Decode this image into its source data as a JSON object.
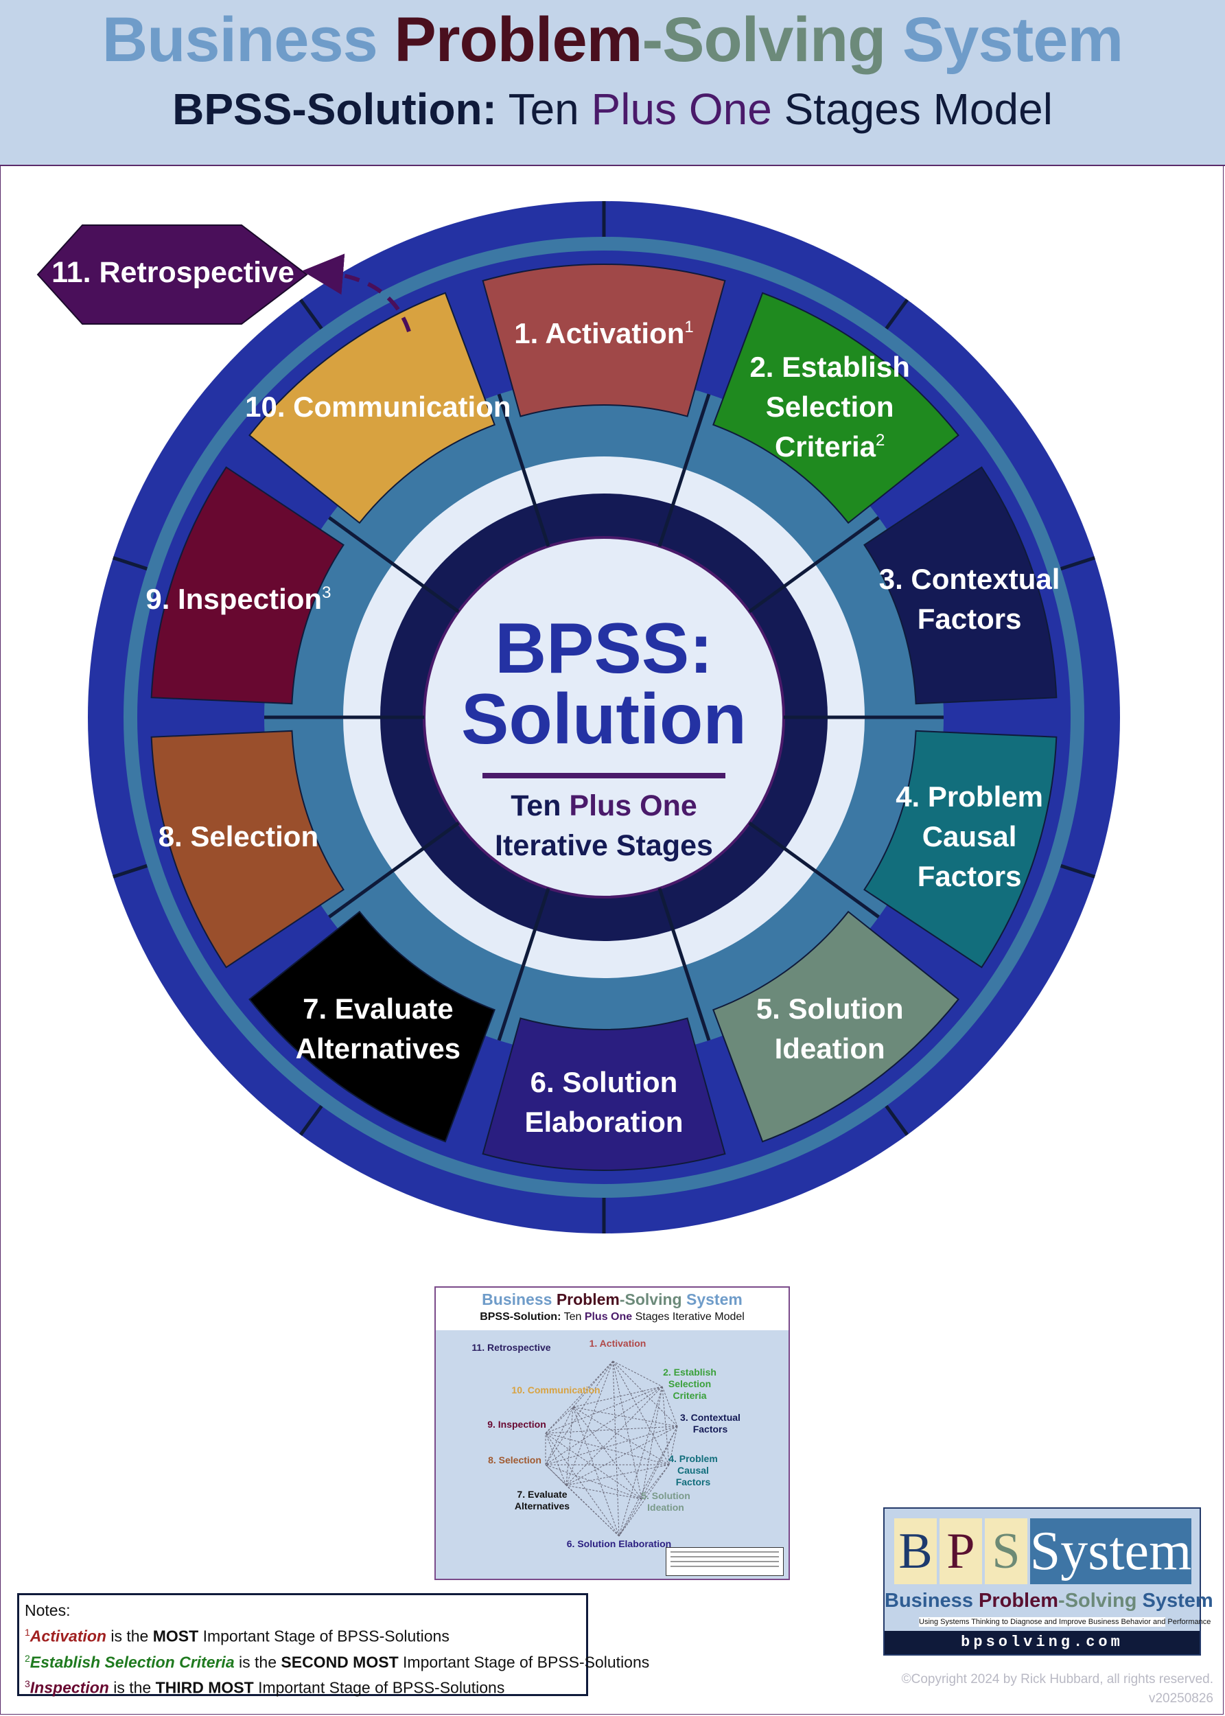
{
  "header": {
    "title_parts": [
      {
        "text": "Business ",
        "color": "#6f9cc9"
      },
      {
        "text": "Problem",
        "color": "#4a0f1e"
      },
      {
        "text": "-Solving ",
        "color": "#6c8a7a"
      },
      {
        "text": "System",
        "color": "#6f9cc9"
      }
    ],
    "subtitle_parts": [
      {
        "text": "BPSS-Solution:",
        "color": "#0f1a3a",
        "bold": true
      },
      {
        "text": " Ten ",
        "color": "#0f1a3a",
        "bold": false
      },
      {
        "text": "Plus One",
        "color": "#4a1a6a",
        "bold": false
      },
      {
        "text": " Stages Model",
        "color": "#0f1a3a",
        "bold": false
      }
    ]
  },
  "center": {
    "line1": "BPSS:",
    "line2": "Solution",
    "tag_a": "Ten ",
    "tag_b": "Plus One",
    "tag_c": "Iterative Stages"
  },
  "stages": [
    {
      "id": "activation",
      "lines": [
        "1. Activation"
      ],
      "sup": "1",
      "color": "#a04848"
    },
    {
      "id": "establish-selection-criteria",
      "lines": [
        "2. Establish",
        "Selection",
        "Criteria"
      ],
      "sup": "2",
      "color": "#1f8a1f"
    },
    {
      "id": "contextual-factors",
      "lines": [
        "3. Contextual",
        "Factors"
      ],
      "sup": "",
      "color": "#141a55"
    },
    {
      "id": "problem-causal-factors",
      "lines": [
        "4. Problem",
        "Causal",
        "Factors"
      ],
      "sup": "",
      "color": "#126e7c"
    },
    {
      "id": "solution-ideation",
      "lines": [
        "5. Solution",
        "Ideation"
      ],
      "sup": "",
      "color": "#6c8a7a"
    },
    {
      "id": "solution-elaboration",
      "lines": [
        "6. Solution",
        "Elaboration"
      ],
      "sup": "",
      "color": "#2a1e80"
    },
    {
      "id": "evaluate-alternatives",
      "lines": [
        "7. Evaluate",
        "Alternatives"
      ],
      "sup": "",
      "color": "#000000"
    },
    {
      "id": "selection",
      "lines": [
        "8. Selection"
      ],
      "sup": "",
      "color": "#9a4f2c"
    },
    {
      "id": "inspection",
      "lines": [
        "9. Inspection"
      ],
      "sup": "3",
      "color": "#680830"
    },
    {
      "id": "communication",
      "lines": [
        "10. Communication"
      ],
      "sup": "",
      "color": "#d8a240"
    }
  ],
  "retrospective": {
    "label": "11. Retrospective",
    "color": "#4a0f5a"
  },
  "colors": {
    "outer_ring": "#2432a3",
    "mid_ring": "#3c78a4",
    "inner_band": "#e4ecf8",
    "dark_ring": "#141a55",
    "center_fill": "#e4ecf8",
    "center_text": "#2432a3",
    "accent_purple": "#4a1a6a"
  },
  "thumbnail": {
    "title_parts": [
      {
        "text": "Business ",
        "color": "#6f9cc9"
      },
      {
        "text": "Problem",
        "color": "#4a0f1e"
      },
      {
        "text": "-Solving ",
        "color": "#6c8a7a"
      },
      {
        "text": "System",
        "color": "#6f9cc9"
      }
    ],
    "sub_parts": [
      {
        "text": "BPSS-Solution:",
        "color": "#111",
        "bold": true
      },
      {
        "text": " Ten ",
        "color": "#111",
        "bold": false
      },
      {
        "text": "Plus One",
        "color": "#4a1a6a",
        "bold": true
      },
      {
        "text": " Stages Iterative Model",
        "color": "#111",
        "bold": false
      }
    ],
    "nodes": [
      {
        "lines": [
          "1. Activation"
        ],
        "color": "#b04848"
      },
      {
        "lines": [
          "2. Establish",
          "Selection",
          "Criteria"
        ],
        "color": "#3aa03a"
      },
      {
        "lines": [
          "3. Contextual",
          "Factors"
        ],
        "color": "#141a55"
      },
      {
        "lines": [
          "4. Problem",
          "Causal",
          "Factors"
        ],
        "color": "#126e7c"
      },
      {
        "lines": [
          "5. Solution",
          "Ideation"
        ],
        "color": "#7a9a8a"
      },
      {
        "lines": [
          "6. Solution Elaboration"
        ],
        "color": "#2a1e80"
      },
      {
        "lines": [
          "7. Evaluate",
          "Alternatives"
        ],
        "color": "#111111"
      },
      {
        "lines": [
          "8. Selection"
        ],
        "color": "#a05a30"
      },
      {
        "lines": [
          "9. Inspection"
        ],
        "color": "#680830"
      },
      {
        "lines": [
          "10. Communication"
        ],
        "color": "#d8a240"
      },
      {
        "lines": [
          "11. Retrospective"
        ],
        "color": "#2a1e60"
      }
    ]
  },
  "logo": {
    "letters": [
      "B",
      "P",
      "S"
    ],
    "word": "System",
    "name_parts": [
      {
        "text": "Business ",
        "color": "#2f5d93"
      },
      {
        "text": "Problem",
        "color": "#5a1030"
      },
      {
        "text": "-Solving ",
        "color": "#6c8a7a"
      },
      {
        "text": "System",
        "color": "#2f5d93"
      }
    ],
    "tagline": "Using Systems Thinking to Diagnose and Improve Business Behavior and Performance",
    "url": "bpsolving.com"
  },
  "notes": {
    "heading": "Notes:",
    "items": [
      {
        "sup": "1",
        "stage": "Activation",
        "stage_color": "#a02020",
        "pre": " is the ",
        "rank": "MOST",
        "post": " Important Stage of BPSS-Solutions"
      },
      {
        "sup": "2",
        "stage": "Establish Selection Criteria",
        "stage_color": "#1f7a1f",
        "pre": " is the ",
        "rank": "SECOND MOST",
        "post": " Important Stage of BPSS-Solutions"
      },
      {
        "sup": "3",
        "stage": "Inspection",
        "stage_color": "#680830",
        "pre": " is the ",
        "rank": "THIRD MOST",
        "post": " Important Stage of BPSS-Solutions"
      }
    ]
  },
  "copyright": {
    "line1": "©Copyright 2024 by Rick Hubbard, all rights reserved.",
    "line2": "v20250826"
  }
}
